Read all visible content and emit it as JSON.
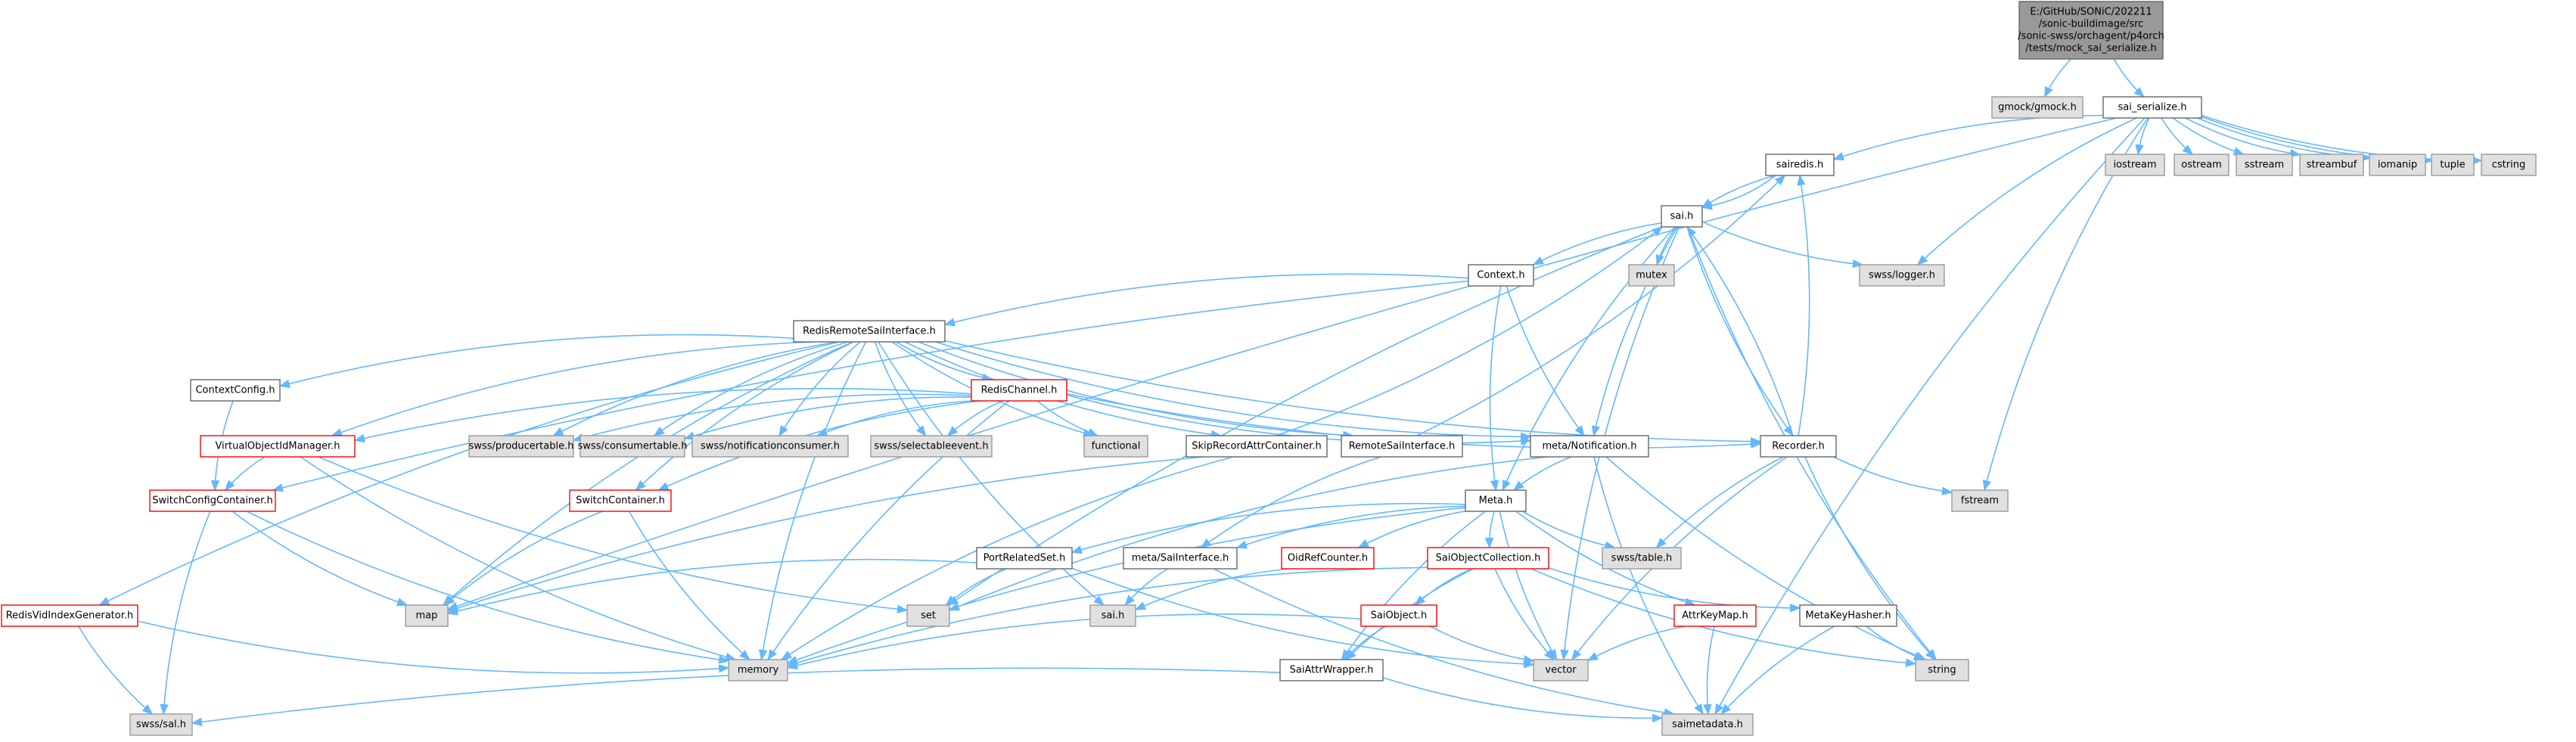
{
  "colors": {
    "edge": "#63b8ff",
    "root_fill": "#999999",
    "root_border": "#666666",
    "file_fill": "#ffffff",
    "file_border": "#666666",
    "file_text": "#000000",
    "system_fill": "#e0e0e0",
    "system_border": "#999999",
    "truncated_border": "#ff0000"
  },
  "nodes": [
    {
      "id": "root",
      "kind": "root",
      "label": [
        "E:/GitHub/SONiC/202211",
        "/sonic-buildimage/src",
        "/sonic-swss/orchagent/p4orch",
        "/tests/mock_sai_serialize.h"
      ]
    },
    {
      "id": "gmock",
      "kind": "system",
      "label": [
        "gmock/gmock.h"
      ]
    },
    {
      "id": "sai_serialize",
      "kind": "file",
      "label": [
        "sai_serialize.h"
      ]
    },
    {
      "id": "sairedis",
      "kind": "file",
      "label": [
        "sairedis.h"
      ]
    },
    {
      "id": "iostream",
      "kind": "system",
      "label": [
        "iostream"
      ]
    },
    {
      "id": "ostream",
      "kind": "system",
      "label": [
        "ostream"
      ]
    },
    {
      "id": "sstream",
      "kind": "system",
      "label": [
        "sstream"
      ]
    },
    {
      "id": "streambuf",
      "kind": "system",
      "label": [
        "streambuf"
      ]
    },
    {
      "id": "iomanip",
      "kind": "system",
      "label": [
        "iomanip"
      ]
    },
    {
      "id": "tuple",
      "kind": "system",
      "label": [
        "tuple"
      ]
    },
    {
      "id": "cstring",
      "kind": "system",
      "label": [
        "cstring"
      ]
    },
    {
      "id": "sai",
      "kind": "file",
      "label": [
        "sai.h"
      ]
    },
    {
      "id": "mutex",
      "kind": "system",
      "label": [
        "mutex"
      ]
    },
    {
      "id": "swsslogger",
      "kind": "system",
      "label": [
        "swss/logger.h"
      ]
    },
    {
      "id": "context",
      "kind": "file",
      "label": [
        "Context.h"
      ]
    },
    {
      "id": "redisremote",
      "kind": "file",
      "label": [
        "RedisRemoteSaiInterface.h"
      ]
    },
    {
      "id": "contextconfig",
      "kind": "file",
      "label": [
        "ContextConfig.h"
      ]
    },
    {
      "id": "redischannel",
      "kind": "truncated",
      "label": [
        "RedisChannel.h"
      ]
    },
    {
      "id": "virtualobj",
      "kind": "truncated",
      "label": [
        "VirtualObjectIdManager.h"
      ]
    },
    {
      "id": "producertable",
      "kind": "system",
      "label": [
        "swss/producertable.h"
      ]
    },
    {
      "id": "consumertable",
      "kind": "system",
      "label": [
        "swss/consumertable.h"
      ]
    },
    {
      "id": "notifconsumer",
      "kind": "system",
      "label": [
        "swss/notificationconsumer.h"
      ]
    },
    {
      "id": "selectable",
      "kind": "system",
      "label": [
        "swss/selectableevent.h"
      ]
    },
    {
      "id": "functional",
      "kind": "system",
      "label": [
        "functional"
      ]
    },
    {
      "id": "skiprecord",
      "kind": "file",
      "label": [
        "SkipRecordAttrContainer.h"
      ]
    },
    {
      "id": "remotesai",
      "kind": "file",
      "label": [
        "RemoteSaiInterface.h"
      ]
    },
    {
      "id": "metanotif",
      "kind": "file",
      "label": [
        "meta/Notification.h"
      ]
    },
    {
      "id": "recorder",
      "kind": "file",
      "label": [
        "Recorder.h"
      ]
    },
    {
      "id": "fstream",
      "kind": "system",
      "label": [
        "fstream"
      ]
    },
    {
      "id": "switchconfig",
      "kind": "truncated",
      "label": [
        "SwitchConfigContainer.h"
      ]
    },
    {
      "id": "switchcontainer",
      "kind": "truncated",
      "label": [
        "SwitchContainer.h"
      ]
    },
    {
      "id": "meta",
      "kind": "file",
      "label": [
        "Meta.h"
      ]
    },
    {
      "id": "swsstable",
      "kind": "system",
      "label": [
        "swss/table.h"
      ]
    },
    {
      "id": "portrelated",
      "kind": "file",
      "label": [
        "PortRelatedSet.h"
      ]
    },
    {
      "id": "metasai",
      "kind": "file",
      "label": [
        "meta/SaiInterface.h"
      ]
    },
    {
      "id": "oidref",
      "kind": "truncated",
      "label": [
        "OidRefCounter.h"
      ]
    },
    {
      "id": "saiobjcoll",
      "kind": "truncated",
      "label": [
        "SaiObjectCollection.h"
      ]
    },
    {
      "id": "map",
      "kind": "system",
      "label": [
        "map"
      ]
    },
    {
      "id": "set",
      "kind": "system",
      "label": [
        "set"
      ]
    },
    {
      "id": "saih",
      "kind": "system",
      "label": [
        "sai.h"
      ]
    },
    {
      "id": "saiobject",
      "kind": "truncated",
      "label": [
        "SaiObject.h"
      ]
    },
    {
      "id": "attrkeymap",
      "kind": "truncated",
      "label": [
        "AttrKeyMap.h"
      ]
    },
    {
      "id": "metakeyhasher",
      "kind": "file",
      "label": [
        "MetaKeyHasher.h"
      ]
    },
    {
      "id": "string",
      "kind": "system",
      "label": [
        "string"
      ]
    },
    {
      "id": "redisvid",
      "kind": "truncated",
      "label": [
        "RedisVidIndexGenerator.h"
      ]
    },
    {
      "id": "memory",
      "kind": "system",
      "label": [
        "memory"
      ]
    },
    {
      "id": "vector",
      "kind": "system",
      "label": [
        "vector"
      ]
    },
    {
      "id": "saiattr",
      "kind": "file",
      "label": [
        "SaiAttrWrapper.h"
      ]
    },
    {
      "id": "swsssal",
      "kind": "system",
      "label": [
        "swss/sal.h"
      ]
    },
    {
      "id": "saimetadata",
      "kind": "system",
      "label": [
        "saimetadata.h"
      ]
    }
  ]
}
